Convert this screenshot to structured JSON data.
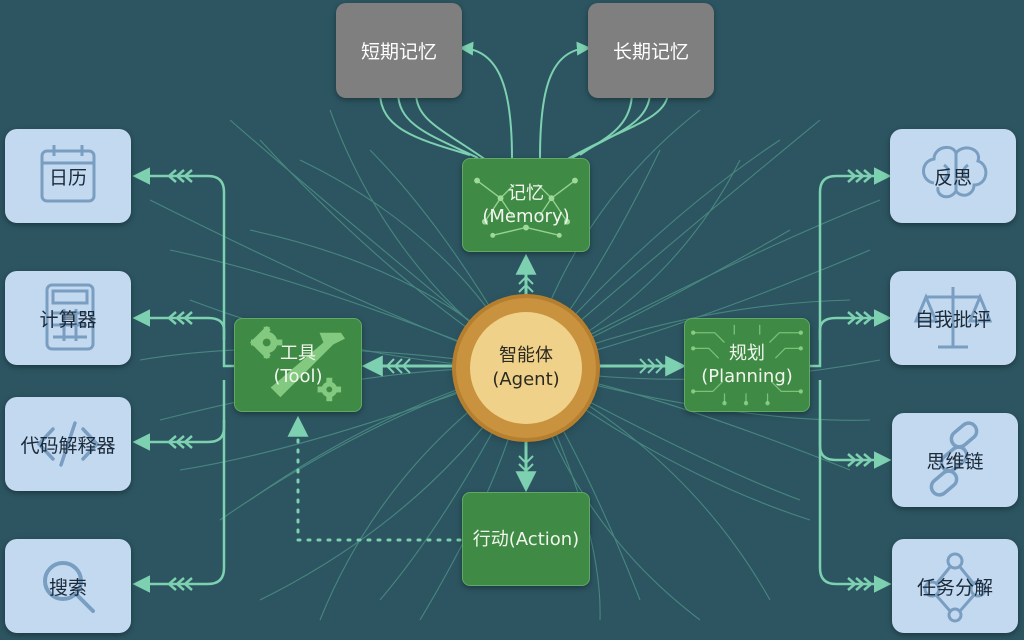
{
  "center": {
    "line1": "智能体",
    "line2": "(Agent)"
  },
  "memory": {
    "line1": "记忆",
    "line2": "(Memory)"
  },
  "tool": {
    "line1": "工具",
    "line2": "(Tool)"
  },
  "planning": {
    "line1": "规划",
    "line2": "(Planning)"
  },
  "action": {
    "label": "行动(Action)"
  },
  "memory_types": [
    {
      "label": "短期记忆"
    },
    {
      "label": "长期记忆"
    }
  ],
  "tools": [
    {
      "label": "日历",
      "icon": "calendar-icon"
    },
    {
      "label": "计算器",
      "icon": "calculator-icon"
    },
    {
      "label": "代码解释器",
      "icon": "code-icon"
    },
    {
      "label": "搜索",
      "icon": "search-icon"
    }
  ],
  "planning_items": [
    {
      "label": "反思",
      "icon": "brain-icon"
    },
    {
      "label": "自我批评",
      "icon": "scales-icon"
    },
    {
      "label": "思维链",
      "icon": "chain-icon"
    },
    {
      "label": "任务分解",
      "icon": "task-flow-icon"
    }
  ],
  "colors": {
    "background": "#2c5561",
    "connector": "#6fc3a6",
    "green_box": "#3f8a45",
    "gray_box": "#7f7f7f",
    "blue_box": "#c3d9f0",
    "agent_ring": "#c9923e",
    "agent_fill": "#f0d189"
  }
}
